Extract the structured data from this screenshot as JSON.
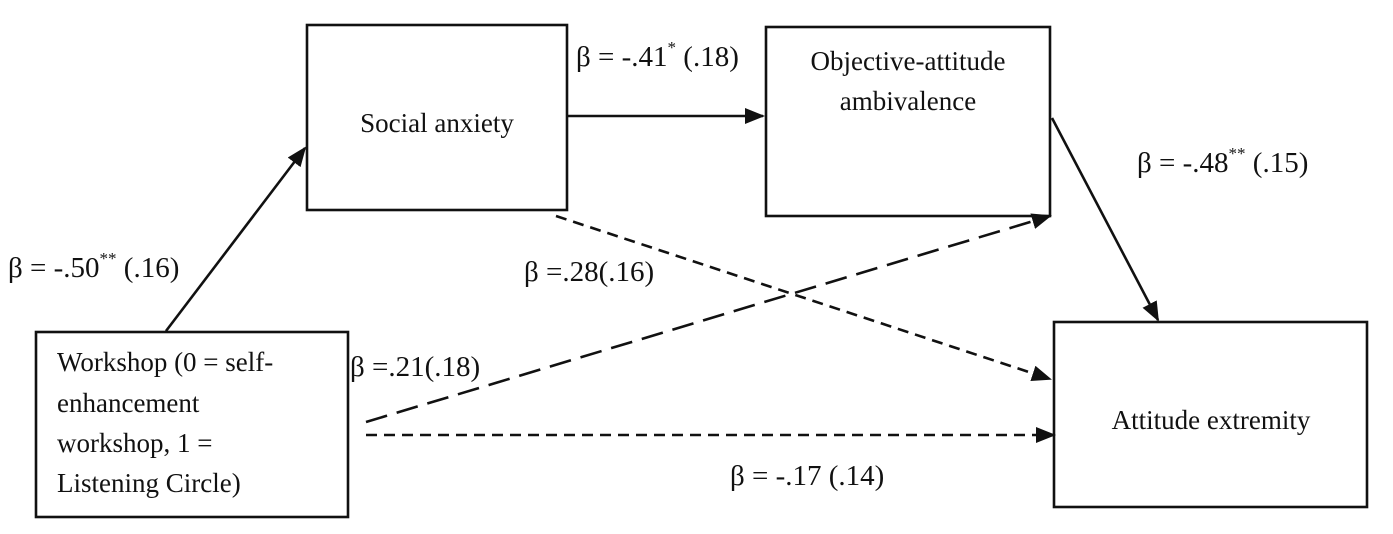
{
  "nodes": {
    "social_anxiety": "Social anxiety",
    "ambivalence_line1": "Objective-attitude",
    "ambivalence_line2": "ambivalence",
    "attitude_extremity": "Attitude extremity",
    "workshop_line1": "Workshop (0 = self-",
    "workshop_line2": "enhancement",
    "workshop_line3": "workshop, 1 =",
    "workshop_line4": "Listening Circle)"
  },
  "paths": {
    "workshop_to_social_anxiety": {
      "beta": "β = -.50",
      "sig": "**",
      "se": " (.16)"
    },
    "social_anxiety_to_ambivalence": {
      "beta": "β = -.41",
      "sig": "*",
      "se": " (.18)"
    },
    "ambivalence_to_extremity": {
      "beta": "β = -.48",
      "sig": "**",
      "se": " (.15)"
    },
    "social_anxiety_to_extremity": {
      "label": "β =.28(.16)"
    },
    "workshop_to_ambivalence": {
      "label": "β =.21(.18)"
    },
    "workshop_to_extremity": {
      "label": "β = -.17 (.14)"
    }
  }
}
